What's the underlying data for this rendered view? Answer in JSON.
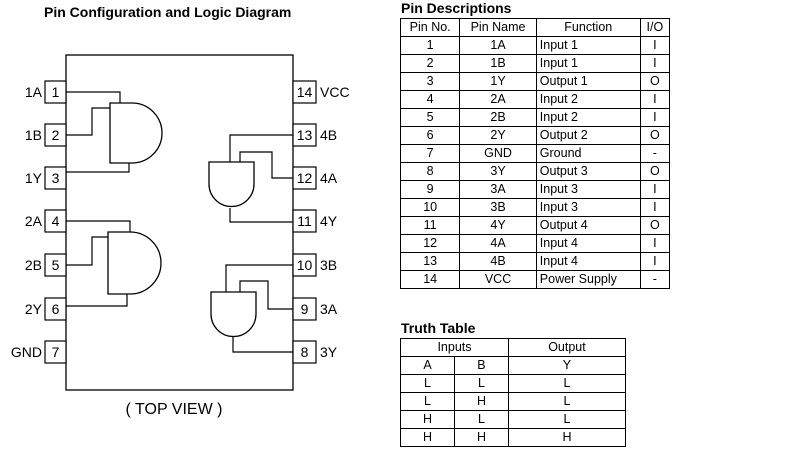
{
  "diagram": {
    "title": "Pin Configuration and Logic Diagram",
    "view_label": "( TOP VIEW )",
    "left_pins": [
      {
        "num": "1",
        "name": "1A"
      },
      {
        "num": "2",
        "name": "1B"
      },
      {
        "num": "3",
        "name": "1Y"
      },
      {
        "num": "4",
        "name": "2A"
      },
      {
        "num": "5",
        "name": "2B"
      },
      {
        "num": "6",
        "name": "2Y"
      },
      {
        "num": "7",
        "name": "GND"
      }
    ],
    "right_pins": [
      {
        "num": "14",
        "name": "VCC"
      },
      {
        "num": "13",
        "name": "4B"
      },
      {
        "num": "12",
        "name": "4A"
      },
      {
        "num": "11",
        "name": "4Y"
      },
      {
        "num": "10",
        "name": "3B"
      },
      {
        "num": "9",
        "name": "3A"
      },
      {
        "num": "8",
        "name": "3Y"
      }
    ]
  },
  "pin_table": {
    "title": "Pin Descriptions",
    "headers": [
      "Pin No.",
      "Pin Name",
      "Function",
      "I/O"
    ],
    "rows": [
      [
        "1",
        "1A",
        "Input 1",
        "I"
      ],
      [
        "2",
        "1B",
        "Input 1",
        "I"
      ],
      [
        "3",
        "1Y",
        "Output 1",
        "O"
      ],
      [
        "4",
        "2A",
        "Input 2",
        "I"
      ],
      [
        "5",
        "2B",
        "Input 2",
        "I"
      ],
      [
        "6",
        "2Y",
        "Output 2",
        "O"
      ],
      [
        "7",
        "GND",
        "Ground",
        "-"
      ],
      [
        "8",
        "3Y",
        "Output 3",
        "O"
      ],
      [
        "9",
        "3A",
        "Input 3",
        "I"
      ],
      [
        "10",
        "3B",
        "Input 3",
        "I"
      ],
      [
        "11",
        "4Y",
        "Output 4",
        "O"
      ],
      [
        "12",
        "4A",
        "Input 4",
        "I"
      ],
      [
        "13",
        "4B",
        "Input 4",
        "I"
      ],
      [
        "14",
        "VCC",
        "Power Supply",
        "-"
      ]
    ]
  },
  "truth_table": {
    "title": "Truth Table",
    "group_headers": {
      "inputs": "Inputs",
      "output": "Output"
    },
    "columns": [
      "A",
      "B",
      "Y"
    ],
    "rows": [
      [
        "L",
        "L",
        "L"
      ],
      [
        "L",
        "H",
        "L"
      ],
      [
        "H",
        "L",
        "L"
      ],
      [
        "H",
        "H",
        "H"
      ]
    ]
  }
}
